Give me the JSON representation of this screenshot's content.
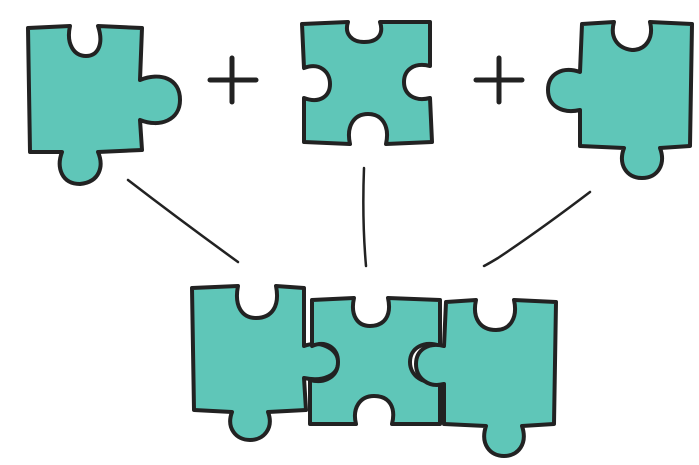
{
  "colors": {
    "piece_fill": "#5fc6b8",
    "ink": "#222222",
    "background": "#ffffff"
  },
  "pieces": {
    "top": [
      {
        "name": "puzzle-piece-1",
        "kind": "edge-piece"
      },
      {
        "name": "puzzle-piece-2",
        "kind": "middle-piece"
      },
      {
        "name": "puzzle-piece-3",
        "kind": "corner-piece"
      }
    ],
    "assembled": [
      "puzzle-piece-1",
      "puzzle-piece-2",
      "puzzle-piece-3"
    ]
  },
  "symbols": [
    "plus-sign",
    "plus-sign"
  ],
  "icons": [
    "puzzle-piece-icon",
    "plus-icon",
    "connector-line"
  ]
}
